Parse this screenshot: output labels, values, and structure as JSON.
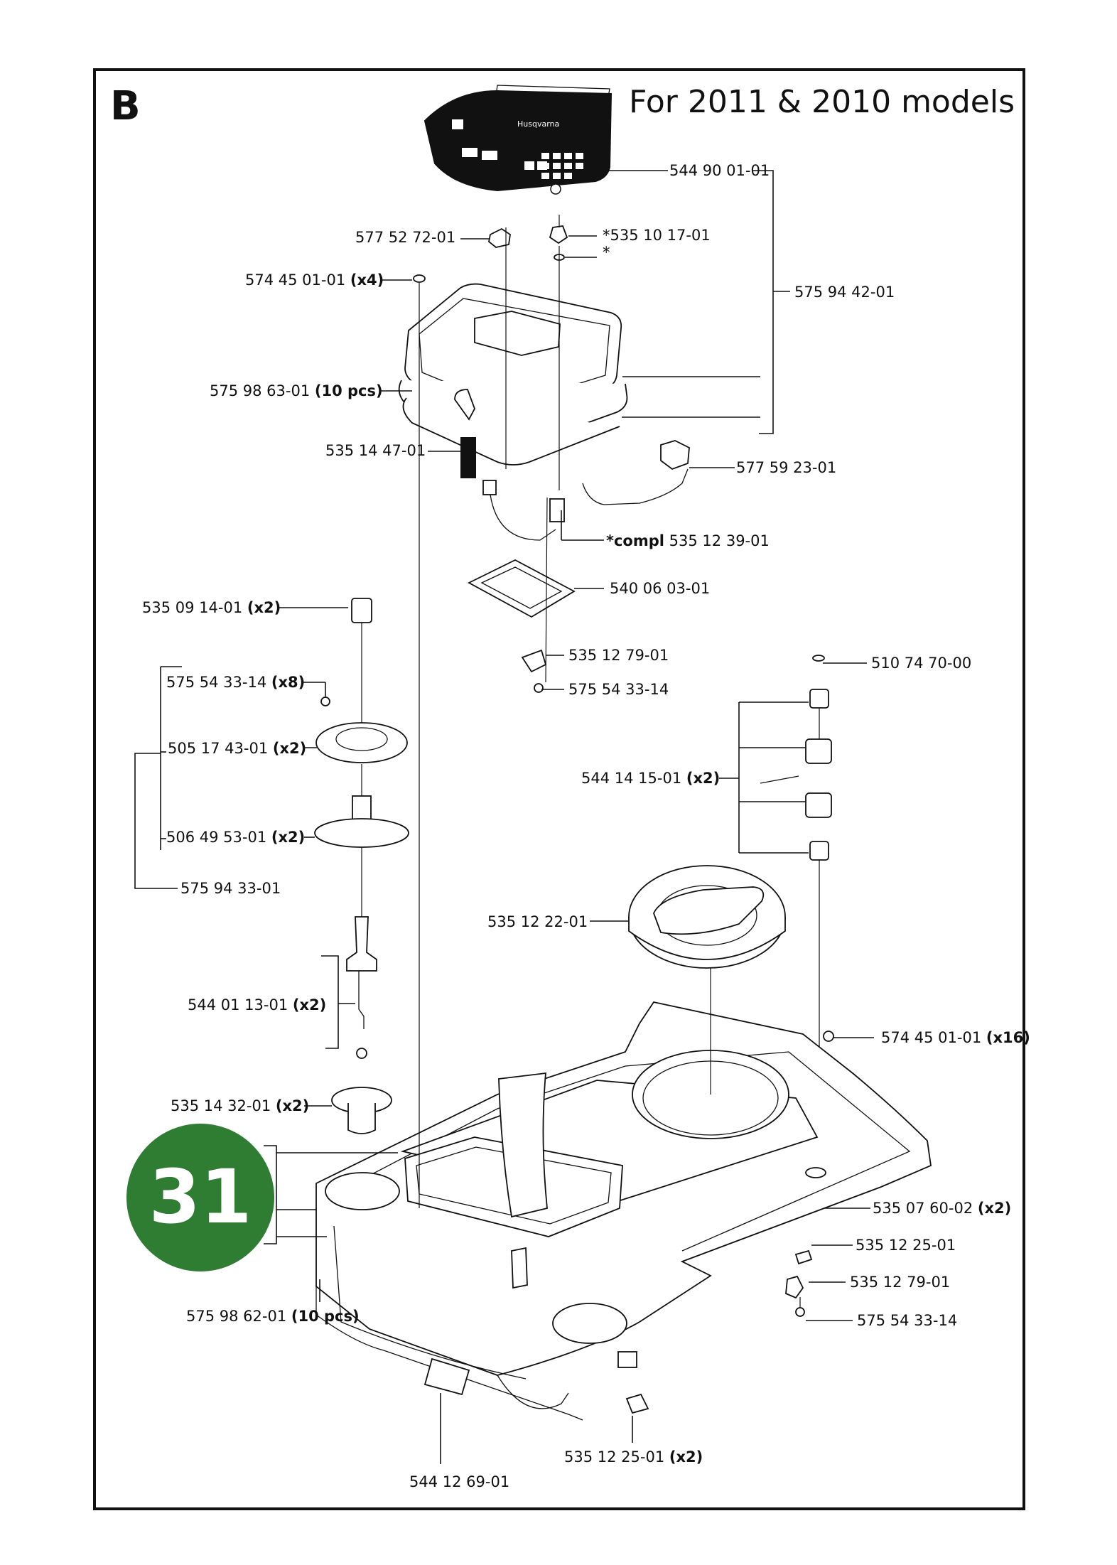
{
  "section_letter": "B",
  "header_title": "For 2011 & 2010 models",
  "page_number": "31",
  "keypad_brand": "Husqvarna",
  "colors": {
    "page_badge": "#2e7d32",
    "ink": "#111111",
    "background": "#ffffff"
  },
  "labels": [
    {
      "id": "l1",
      "text": "544 90 01-01"
    },
    {
      "id": "l2",
      "text": "*535 10 17-01"
    },
    {
      "id": "l3",
      "text": "*"
    },
    {
      "id": "l4",
      "text": "577 52 72-01"
    },
    {
      "id": "l5",
      "text": "574 45 01-01",
      "qty": "(x4)"
    },
    {
      "id": "l6",
      "text": "575 94 42-01"
    },
    {
      "id": "l7",
      "text": "575 98 63-01",
      "qty": "(10 pcs)"
    },
    {
      "id": "l8",
      "text": "535 14 47-01"
    },
    {
      "id": "l9",
      "text": "577 59 23-01"
    },
    {
      "id": "l10",
      "prefix": "*compl",
      "text": "535 12 39-01"
    },
    {
      "id": "l11",
      "text": "540 06 03-01"
    },
    {
      "id": "l12",
      "text": "535 09 14-01",
      "qty": "(x2)"
    },
    {
      "id": "l13",
      "text": "535 12 79-01"
    },
    {
      "id": "l14",
      "text": "575 54 33-14"
    },
    {
      "id": "l15",
      "text": "575 54 33-14",
      "qty": "(x8)"
    },
    {
      "id": "l16",
      "text": "510 74 70-00"
    },
    {
      "id": "l17",
      "text": "505 17 43-01",
      "qty": "(x2)"
    },
    {
      "id": "l18",
      "text": "544 14 15-01",
      "qty": "(x2)"
    },
    {
      "id": "l19",
      "text": "506 49 53-01",
      "qty": "(x2)"
    },
    {
      "id": "l20",
      "text": "575 94 33-01"
    },
    {
      "id": "l21",
      "text": "535 12 22-01"
    },
    {
      "id": "l22",
      "text": "544 01 13-01",
      "qty": "(x2)"
    },
    {
      "id": "l23",
      "text": "574 45 01-01",
      "qty": "(x16)"
    },
    {
      "id": "l24",
      "text": "535 14 32-01",
      "qty": "(x2)"
    },
    {
      "id": "l25",
      "text": "535 07 60-02",
      "qty": "(x2)"
    },
    {
      "id": "l26",
      "text": "535 12 25-01"
    },
    {
      "id": "l27",
      "text": "535 12 79-01"
    },
    {
      "id": "l28",
      "text": "575 98 62-01",
      "qty": "(10 pcs)"
    },
    {
      "id": "l29",
      "text": "575 54 33-14"
    },
    {
      "id": "l30",
      "text": "535 12 25-01",
      "qty": "(x2)"
    },
    {
      "id": "l31",
      "text": "544 12 69-01"
    }
  ]
}
